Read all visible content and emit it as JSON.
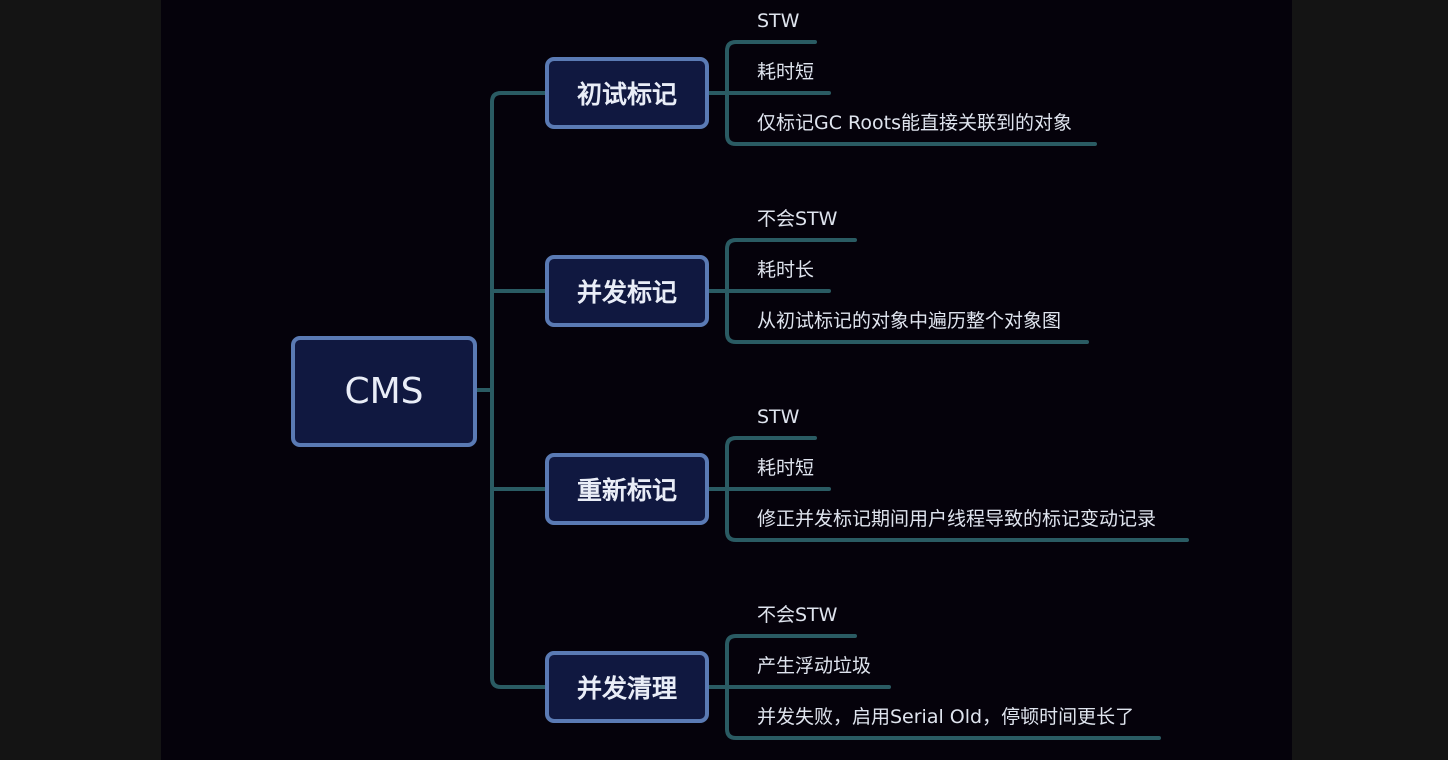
{
  "root": {
    "label": "CMS"
  },
  "colors": {
    "canvas": "#05020b",
    "node_fill": "#101840",
    "node_border": "#5a7ab4",
    "link": "#2a5b63",
    "text": "#e9edf7"
  },
  "branches": [
    {
      "label": "初试标记",
      "leaves": [
        "STW",
        "耗时短",
        "仅标记GC Roots能直接关联到的对象"
      ]
    },
    {
      "label": "并发标记",
      "leaves": [
        "不会STW",
        "耗时长",
        "从初试标记的对象中遍历整个对象图"
      ]
    },
    {
      "label": "重新标记",
      "leaves": [
        "STW",
        "耗时短",
        "修正并发标记期间用户线程导致的标记变动记录"
      ]
    },
    {
      "label": "并发清理",
      "leaves": [
        "不会STW",
        "产生浮动垃圾",
        "并发失败，启用Serial Old，停顿时间更长了"
      ]
    }
  ]
}
